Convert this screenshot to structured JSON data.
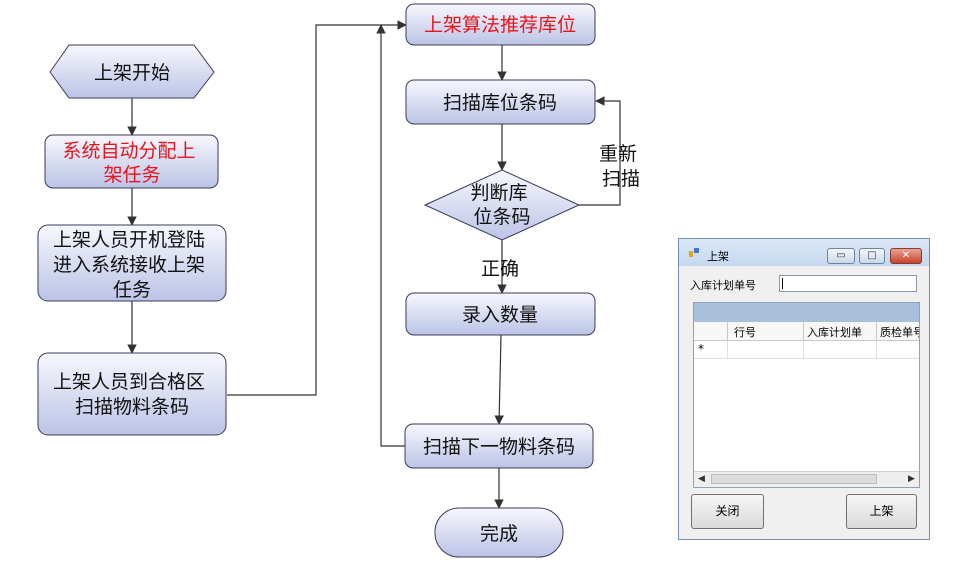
{
  "flowchart": {
    "nodes": {
      "start": "上架开始",
      "auto_assign": {
        "lines": [
          "系统自动分配上",
          "架任务"
        ],
        "color": "#e8141b"
      },
      "login": {
        "lines": [
          "上架人员开机登陆",
          "进入系统接收上架",
          "任务"
        ]
      },
      "scan_material": {
        "lines": [
          "上架人员到合格区",
          "扫描物料条码"
        ]
      },
      "recommend": {
        "text": "上架算法推荐库位",
        "color": "#e8141b"
      },
      "scan_location": "扫描库位条码",
      "judge": {
        "lines": [
          "判断库",
          "位条码"
        ]
      },
      "enter_qty": "录入数量",
      "scan_next": "扫描下一物料条码",
      "done": "完成"
    },
    "edge_labels": {
      "rescan": [
        "重新",
        "扫描"
      ],
      "correct": "正确"
    }
  },
  "dialog": {
    "title": "上架",
    "plan_label": "入库计划单号",
    "plan_value": "",
    "grid_columns": [
      "行号",
      "入库计划单",
      "质检单号"
    ],
    "new_row_marker": "*",
    "buttons": {
      "close": "关闭",
      "shelve": "上架"
    },
    "window_controls": {
      "minimize": "▭",
      "maximize": "□",
      "close": "✕"
    }
  }
}
